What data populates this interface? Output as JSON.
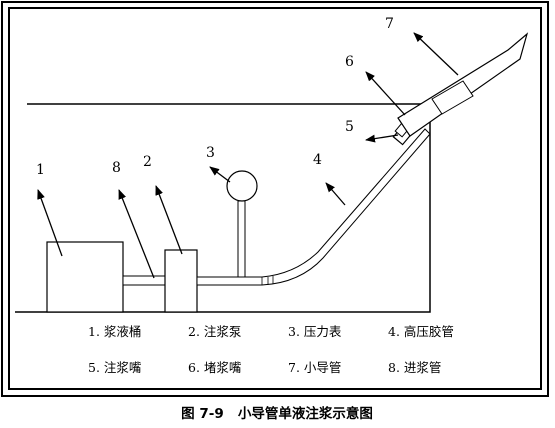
{
  "figure": {
    "caption": "图 7-9   小导管单液注浆示意图",
    "callouts": [
      "1",
      "2",
      "3",
      "4",
      "5",
      "6",
      "7",
      "8"
    ],
    "legend": [
      "1. 浆液桶",
      "2. 注浆泵",
      "3. 压力表",
      "4. 高压胶管",
      "5. 注浆嘴",
      "6. 堵浆嘴",
      "7. 小导管",
      "8. 进浆管"
    ]
  }
}
